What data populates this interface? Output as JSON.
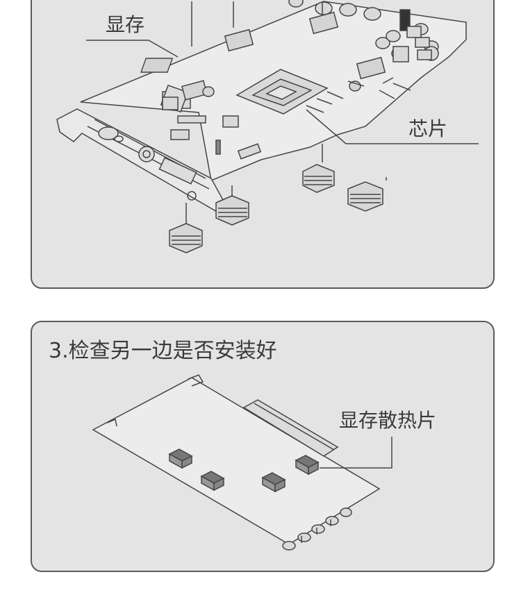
{
  "top_panel": {
    "label_memory": "显存",
    "label_chip": "芯片"
  },
  "bottom_panel": {
    "title": "3.检查另一边是否安装好",
    "label_memory_heatsink": "显存散热片"
  },
  "colors": {
    "panel_bg": "#e4e4e4",
    "line": "#444444",
    "text": "#3a3a3a"
  }
}
